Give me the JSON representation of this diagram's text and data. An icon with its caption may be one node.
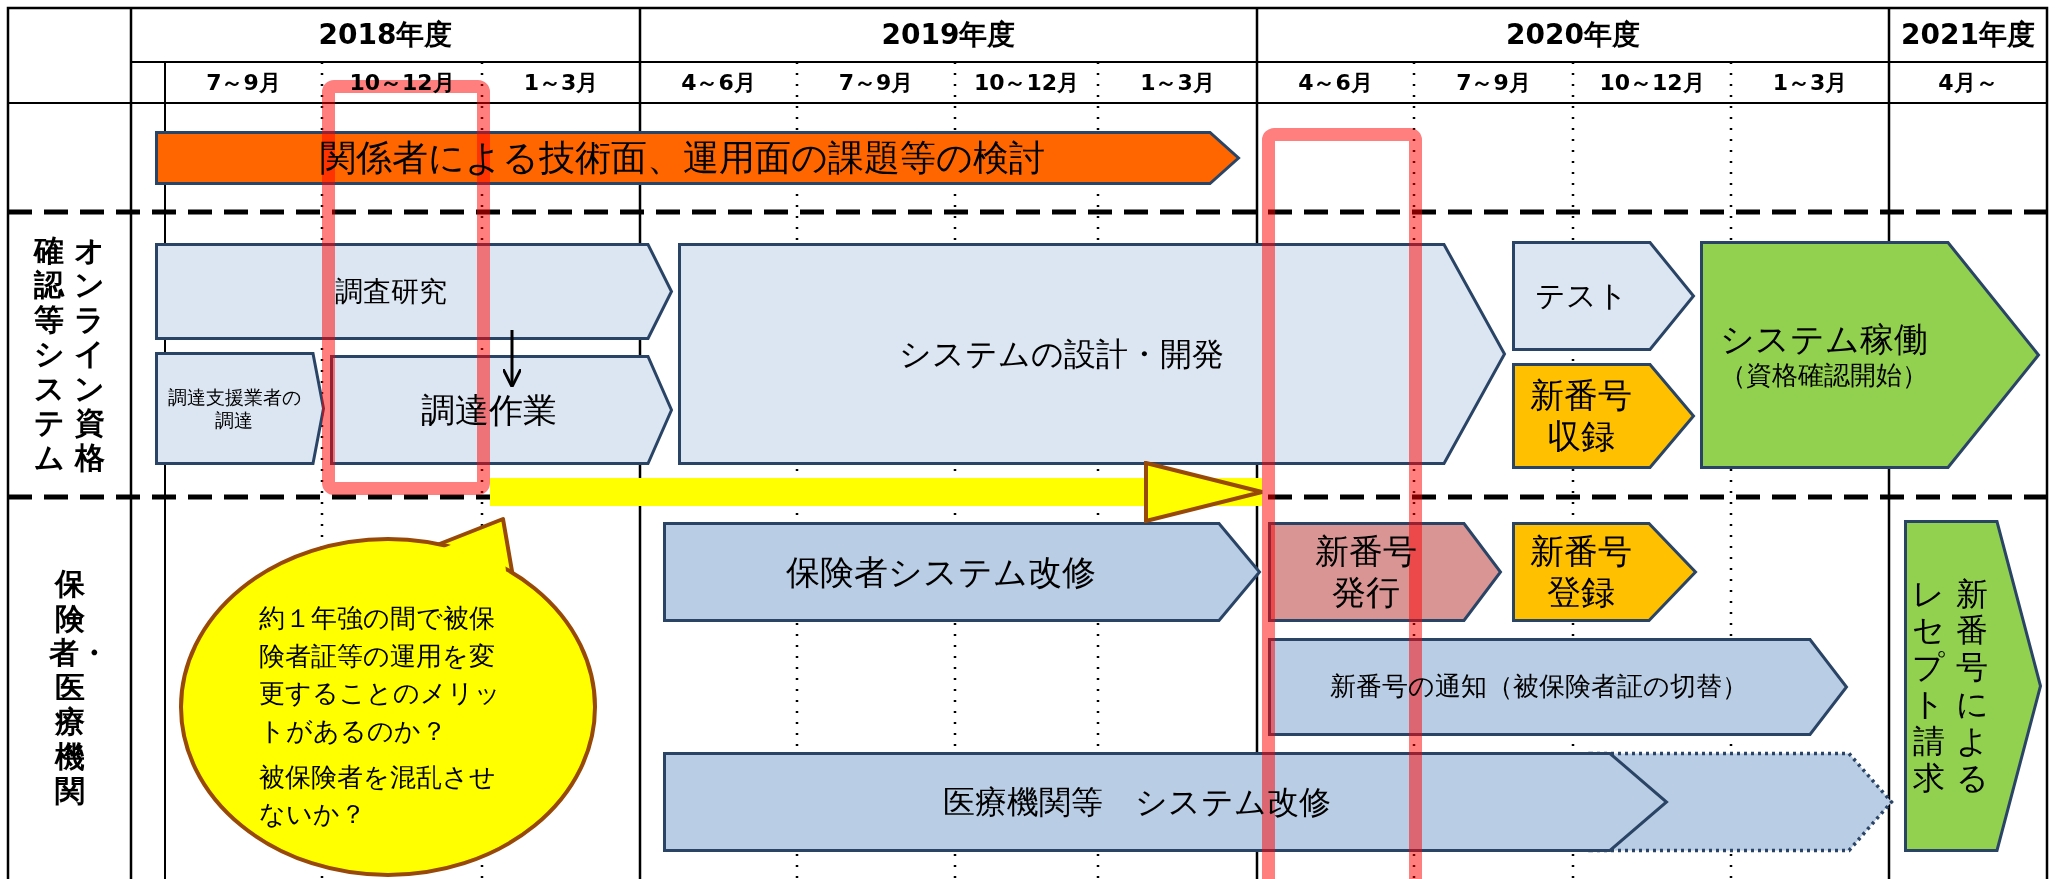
{
  "diagram": {
    "nodes": [
      {
        "text": [
          "関係者による技術面、運用面の課題等の検討"
        ]
      },
      {
        "text": [
          "調査研究"
        ]
      },
      {
        "text": [
          "調達支援業者の調達"
        ]
      },
      {
        "text": [
          "調達作業"
        ]
      },
      {
        "text": [
          "システムの設計・開発"
        ]
      },
      {
        "text": [
          "テスト"
        ]
      },
      {
        "text": [
          "新番号収録"
        ]
      },
      {
        "text": [
          "システム稼働",
          "（資格確認開始）"
        ]
      },
      {
        "text": [
          "約１年強の間で被保険者証等の運用を変更することのメリットがあるのか？",
          "被保険者を混乱させないか？"
        ]
      },
      {
        "text": [
          "保険者システム改修"
        ]
      },
      {
        "text": [
          "新番号発行"
        ]
      },
      {
        "text": [
          "新番号登録"
        ]
      },
      {
        "text": [
          "新番号の通知（被保険者証の切替）"
        ]
      },
      {
        "text": [
          "医療機関等　システム改修"
        ]
      },
      {
        "text": [
          "新番号によるレセプト請求"
        ]
      },
      {
        "text": [],
        "shape": "box"
      },
      {
        "text": [],
        "shape": "box"
      }
    ],
    "edges": [
      {
        "from": 1,
        "to": 3,
        "arrow": "to"
      },
      {
        "from": 15,
        "to": 16,
        "arrow": "to",
        "style": "thick",
        "color": "#ffff00"
      }
    ],
    "labels": [
      "2018年度",
      "2019年度",
      "2020年度",
      "2021年度",
      "7～9月",
      "10～12月",
      "1～3月",
      "4～6月",
      "7～9月",
      "10～12月",
      "1～3月",
      "4～6月",
      "7～9月",
      "10～12月",
      "1～3月",
      "4月～",
      "オンライン資格確認等システム",
      "保険者・医療機関"
    ]
  }
}
